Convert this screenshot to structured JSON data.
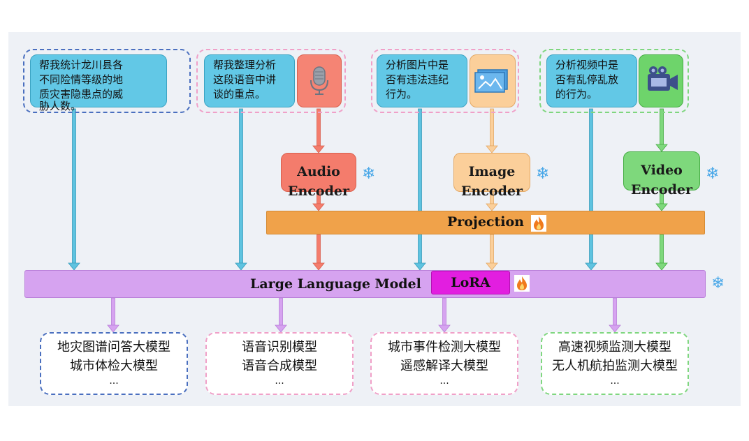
{
  "prompts": {
    "text": [
      "帮我统计龙川县各",
      "不同险情等级的地",
      "质灾害隐患点的威",
      "胁人数。"
    ],
    "audio": [
      "帮我整理分析",
      "这段语音中讲",
      "谈的重点。"
    ],
    "image": [
      "分析图片中是",
      "否有违法违纪",
      "行为。"
    ],
    "video": [
      "分析视频中是",
      "否有乱停乱放",
      "的行为。"
    ]
  },
  "icons": {
    "audio": "microphone-icon",
    "image": "picture-icon",
    "video": "video-camera-icon",
    "frozen": "snowflake-icon",
    "trainable": "flame-icon"
  },
  "encoders": {
    "audio": [
      "Audio",
      "Encoder"
    ],
    "image": [
      "Image",
      "Encoder"
    ],
    "video": [
      "Video",
      "Encoder"
    ]
  },
  "projection_label": "Projection",
  "llm_label": "Large Language Model",
  "lora_label": "LoRA",
  "outputs": {
    "text": [
      "地灾图谱问答大模型",
      "城市体检大模型",
      "..."
    ],
    "audio": [
      "语音识别模型",
      "语音合成模型",
      "..."
    ],
    "image": [
      "城市事件检测大模型",
      "遥感解译大模型",
      "..."
    ],
    "video": [
      "高速视频监测大模型",
      "无人机航拍监测大模型",
      "..."
    ]
  },
  "colors": {
    "prompt": "#62c8e6",
    "audio": "#f47c6c",
    "image": "#fbcf9a",
    "video": "#7ed87c",
    "projection": "#f0a24a",
    "llm": "#d6a3f0",
    "lora": "#e21ee0",
    "text_group_border": "#4a6fbf",
    "audio_group_border": "#f0a0c8",
    "image_group_border": "#f0a0c8",
    "video_group_border": "#7fd67f"
  }
}
